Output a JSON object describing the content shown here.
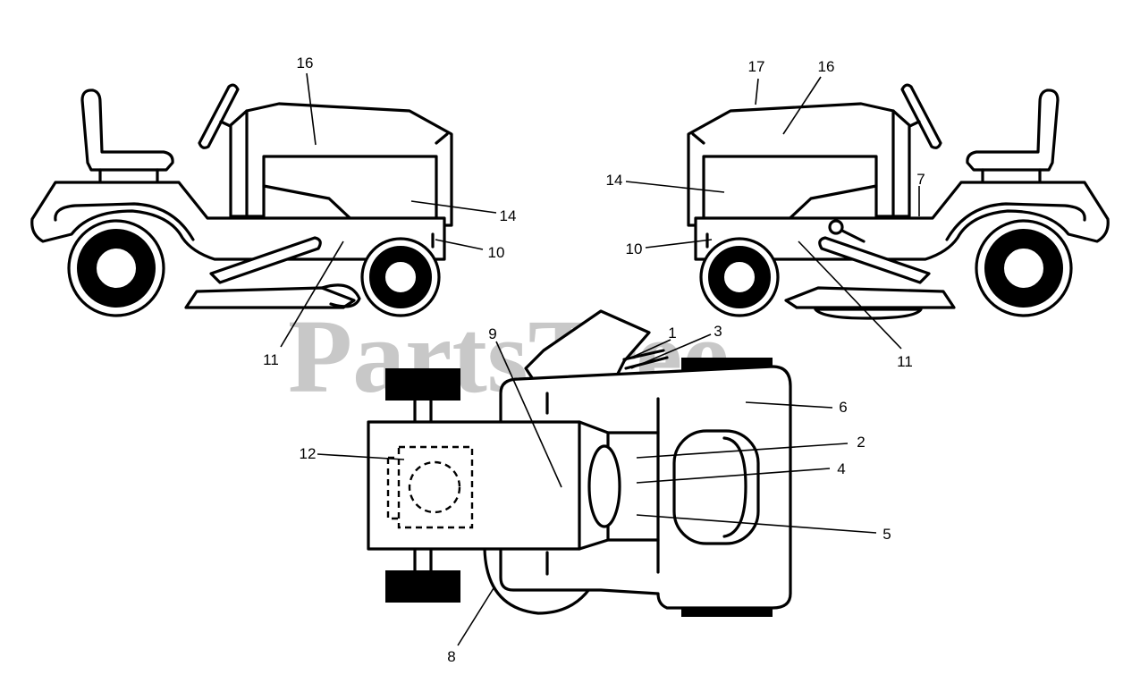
{
  "watermark": "PartsTree",
  "callouts": {
    "left_16": "16",
    "left_14": "14",
    "left_10": "10",
    "left_11": "11",
    "right_17": "17",
    "right_16": "16",
    "right_14": "14",
    "right_7": "7",
    "right_10": "10",
    "right_11": "11",
    "top_1": "1",
    "top_3": "3",
    "top_9": "9",
    "top_6": "6",
    "top_2": "2",
    "top_4": "4",
    "top_5": "5",
    "top_12": "12",
    "top_8": "8"
  }
}
